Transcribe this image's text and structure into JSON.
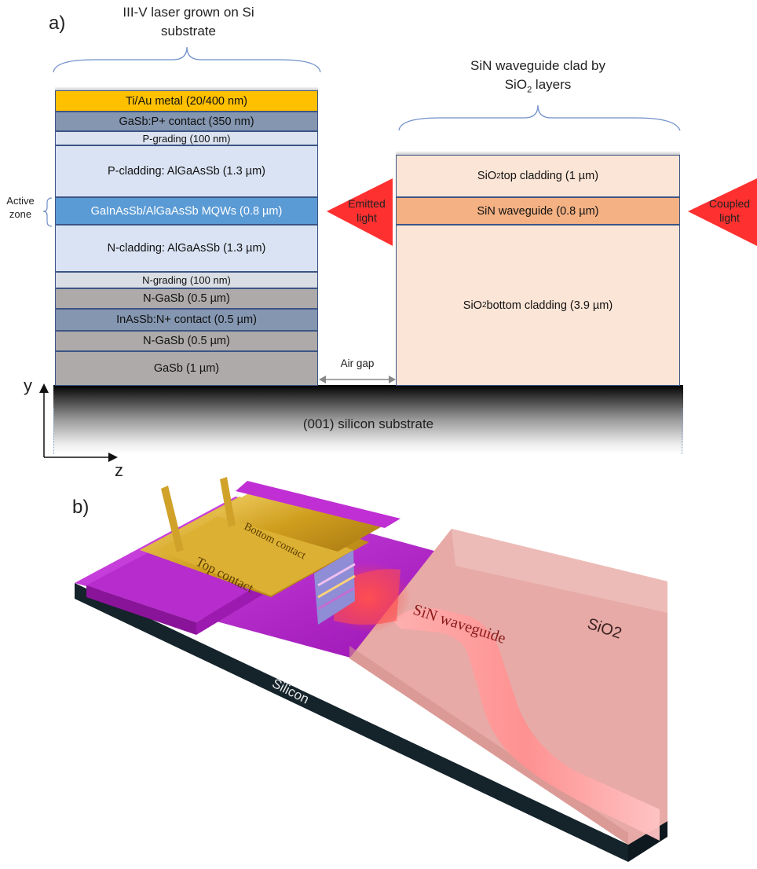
{
  "panel_a": {
    "label": "a)",
    "laser_caption_line1": "III-V laser grown on Si",
    "laser_caption_line2": "substrate",
    "waveguide_caption_line1": "SiN waveguide clad by",
    "waveguide_caption_line2_pre": "SiO",
    "waveguide_caption_line2_sub": "2",
    "waveguide_caption_line2_post": " layers",
    "laser_layers": [
      {
        "text": "Ti/Au metal (20/400 nm)",
        "color": "#ffc000"
      },
      {
        "text": "GaSb:P+ contact (350 nm)",
        "color": "#8496b0"
      },
      {
        "text": "P-grading (100 nm)",
        "color": "#dbe3f0"
      },
      {
        "text": "P-cladding: AlGaAsSb (1.3 µm)",
        "color": "#dae3f3"
      },
      {
        "text": "GaInAsSb/AlGaAsSb MQWs (0.8 µm)",
        "color": "#5b9bd5"
      },
      {
        "text": "N-cladding: AlGaAsSb (1.3 µm)",
        "color": "#dae3f3"
      },
      {
        "text": "N-grading (100 nm)",
        "color": "#d9dde4"
      },
      {
        "text": "N-GaSb (0.5 µm)",
        "color": "#aeaaaa"
      },
      {
        "text": "InAsSb:N+ contact (0.5 µm)",
        "color": "#8496b0"
      },
      {
        "text": "N-GaSb (0.5 µm)",
        "color": "#aeaaaa"
      },
      {
        "text": "GaSb (1 µm)",
        "color": "#aeaaaa"
      }
    ],
    "waveguide_layers": {
      "top_pre": "SiO",
      "top_sub": "2",
      "top_post": " top cladding (1 µm)",
      "core": "SiN waveguide (0.8 µm)",
      "bottom_pre": "SiO",
      "bottom_sub": "2",
      "bottom_post": " bottom cladding (3.9 µm)",
      "cladding_color": "#fbe5d6",
      "core_color": "#f4b183"
    },
    "active_zone_line1": "Active",
    "active_zone_line2": "zone",
    "emitted_line1": "Emitted",
    "emitted_line2": "light",
    "coupled_line1": "Coupled",
    "coupled_line2": "light",
    "air_gap": "Air gap",
    "substrate": "(001) silicon substrate",
    "axis_y": "y",
    "axis_z": "z",
    "light_color": "#ff2f2f"
  },
  "panel_b": {
    "label": "b)",
    "top_contact": "Top contact",
    "bottom_contact": "Bottom contact",
    "silicon": "Silicon",
    "sin_waveguide": "SiN waveguide",
    "sio2": "SiO2",
    "colors": {
      "laser_body": "#c21ed6",
      "gold": "#d4a320",
      "cladding": "#e6a9a6",
      "waveguide_glow": "#ff9a9a",
      "base": "#15232b"
    }
  }
}
